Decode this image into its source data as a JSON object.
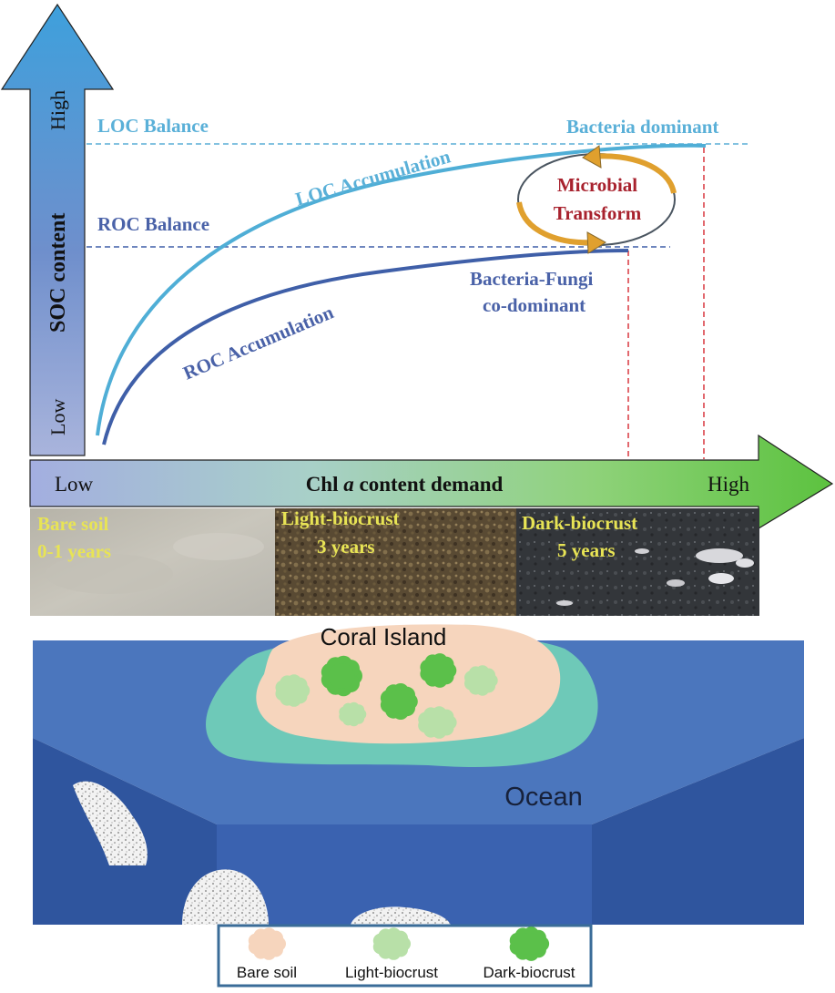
{
  "y_axis": {
    "title": "SOC content",
    "high_label": "High",
    "low_label": "Low"
  },
  "x_axis": {
    "title_prefix": "Chl ",
    "title_italic": "a",
    "title_suffix": " content demand",
    "low_label": "Low",
    "high_label": "High"
  },
  "curves": {
    "loc_balance": "LOC Balance",
    "roc_balance": "ROC Balance",
    "loc_accumulation": "LOC Accumulation",
    "roc_accumulation": "ROC Accumulation",
    "bacteria_dominant": "Bacteria dominant",
    "bacteria_fungi_line1": "Bacteria-Fungi",
    "bacteria_fungi_line2": "co-dominant",
    "microbial_line1": "Microbial",
    "microbial_line2": "Transform"
  },
  "stages": [
    {
      "line1": "Bare soil",
      "line2": "0-1 years"
    },
    {
      "line1": "Light-biocrust",
      "line2": "3 years"
    },
    {
      "line1": "Dark-biocrust",
      "line2": "5 years"
    }
  ],
  "island": {
    "title": "Coral Island",
    "ocean": "Ocean"
  },
  "legend": {
    "bare_soil": "Bare soil",
    "light_biocrust": "Light-biocrust",
    "dark_biocrust": "Dark-biocrust"
  },
  "colors": {
    "loc_curve": "#4faed6",
    "roc_curve": "#3f5fa8",
    "loc_text": "#5ab0d8",
    "roc_text": "#4a62a8",
    "microbial_text": "#a8222e",
    "stage_text": "#e8e455",
    "bare_soil": "#f6d5bd",
    "light_biocrust": "#b8e0a8",
    "dark_biocrust": "#5bc04a",
    "ocean": "#3a62b0",
    "lagoon": "#6ec9b8",
    "dashed_red": "#d9363e"
  }
}
